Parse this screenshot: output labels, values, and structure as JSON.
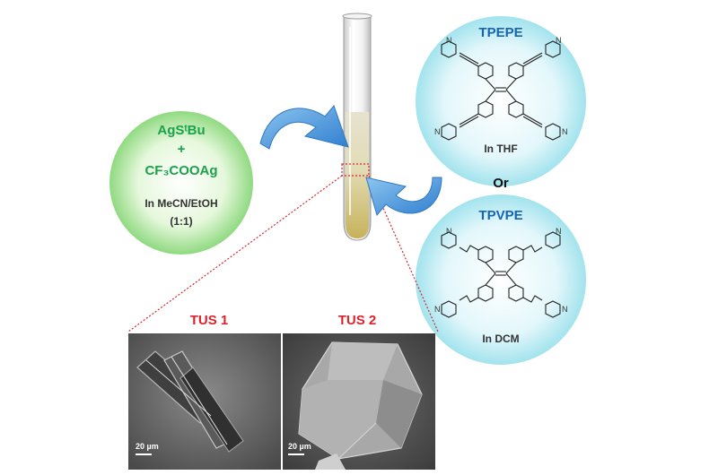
{
  "precursor": {
    "line1": "AgSᵗBu",
    "plus": "+",
    "line3": "CF₃COOAg",
    "solvent": "In MeCN/EtOH",
    "ratio": "(1:1)"
  },
  "ligand_top": {
    "name": "TPEPE",
    "solvent": "In THF"
  },
  "connector": "Or",
  "ligand_bottom": {
    "name": "TPVPE",
    "solvent": "In DCM"
  },
  "crystals": [
    {
      "label": "TUS 1",
      "scale": "20 µm"
    },
    {
      "label": "TUS 2",
      "scale": "20 µm"
    }
  ],
  "colors": {
    "green_text": "#1aa34a",
    "blue_text": "#1565b0",
    "red_text": "#e0202a",
    "arrow_blue": "#3d8fd8"
  }
}
